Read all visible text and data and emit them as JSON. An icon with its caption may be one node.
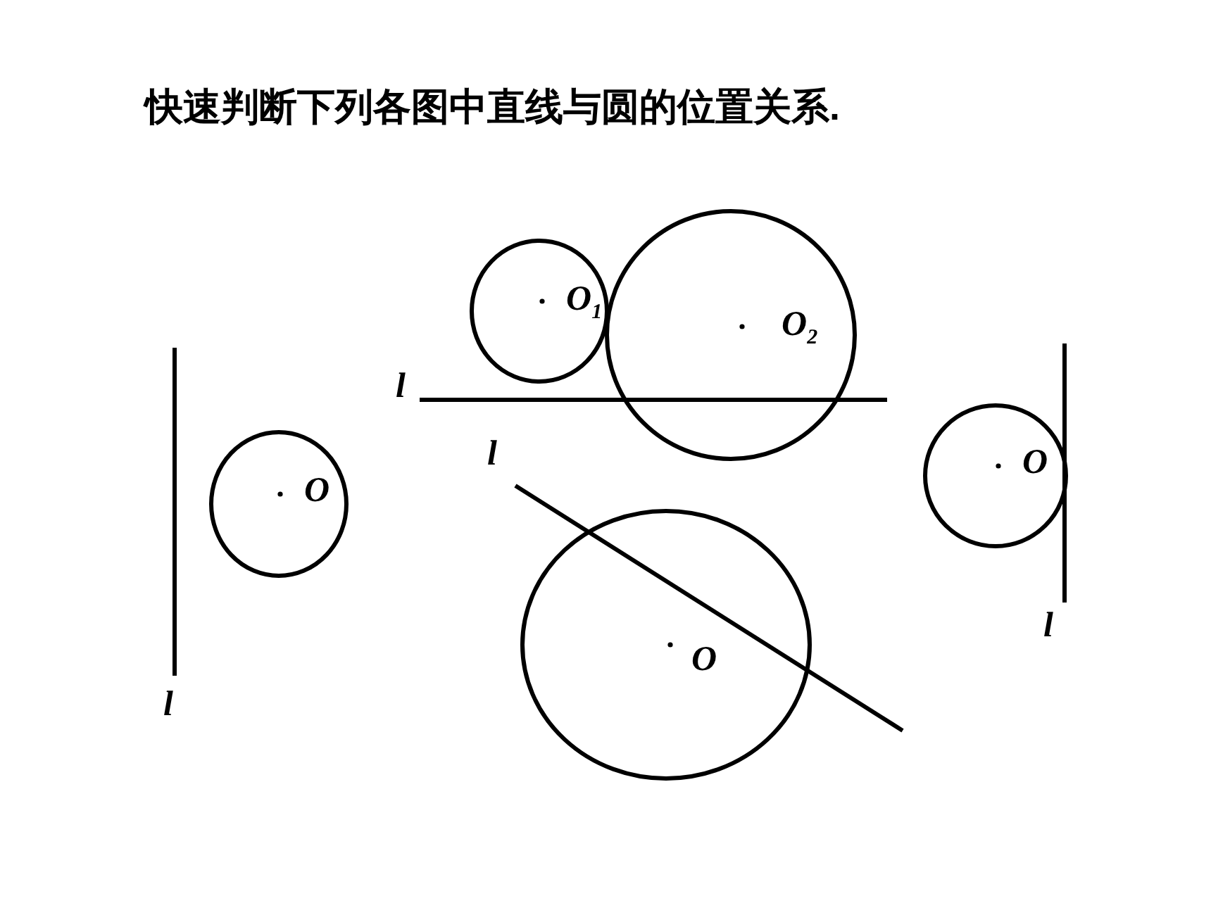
{
  "diagram": {
    "title": "快速判断下列各图中直线与圆的位置关系.",
    "nodes": [
      {
        "text": [
          "O$_{1}$"
        ]
      },
      {
        "text": [
          "O$_{2}$"
        ]
      },
      {
        "text": [
          "O"
        ]
      },
      {
        "text": [
          "O"
        ]
      },
      {
        "text": [
          "O"
        ]
      }
    ],
    "labels": [
      "l",
      "l",
      "l",
      "l"
    ]
  }
}
